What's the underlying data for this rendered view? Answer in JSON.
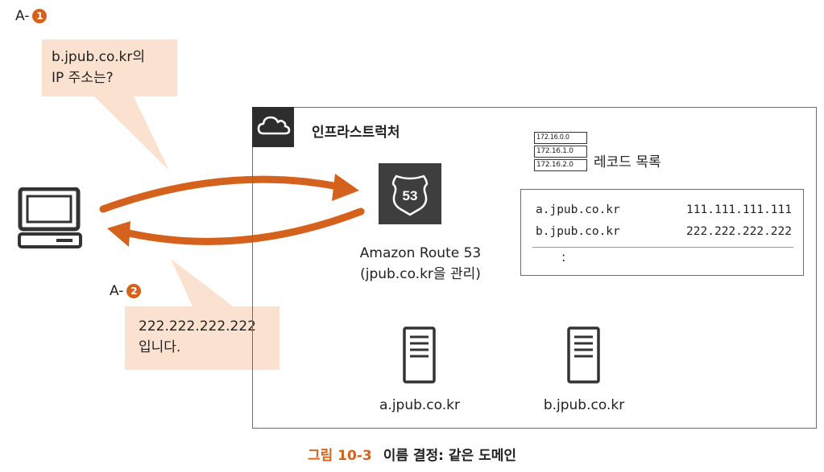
{
  "steps": [
    {
      "prefix": "A-",
      "number": "1",
      "bubble_lines": [
        "b.jpub.co.kr의",
        "IP 주소는?"
      ]
    },
    {
      "prefix": "A-",
      "number": "2",
      "bubble_lines": [
        "222.222.222.222",
        "입니다."
      ]
    }
  ],
  "infrastructure": {
    "title": "인프라스트럭처"
  },
  "route53": {
    "caption_line1": "Amazon Route 53",
    "caption_line2": "(jpub.co.kr을 관리)",
    "badge": "53"
  },
  "record_icon_labels": [
    "172.16.0.0",
    "172.16.1.0",
    "172.16.2.0"
  ],
  "records": {
    "title": "레코드 목록",
    "rows": [
      {
        "domain": "a.jpub.co.kr",
        "ip": "111.111.111.111"
      },
      {
        "domain": "b.jpub.co.kr",
        "ip": "222.222.222.222"
      }
    ],
    "ellipsis": ":"
  },
  "servers": [
    {
      "label": "a.jpub.co.kr"
    },
    {
      "label": "b.jpub.co.kr"
    }
  ],
  "figure": {
    "number": "그림 10-3",
    "title": "이름 결정: 같은 도메인"
  },
  "colors": {
    "accent": "#d4621c",
    "bubble": "#fbe1cf",
    "dark_tile": "#2d2d2d"
  }
}
